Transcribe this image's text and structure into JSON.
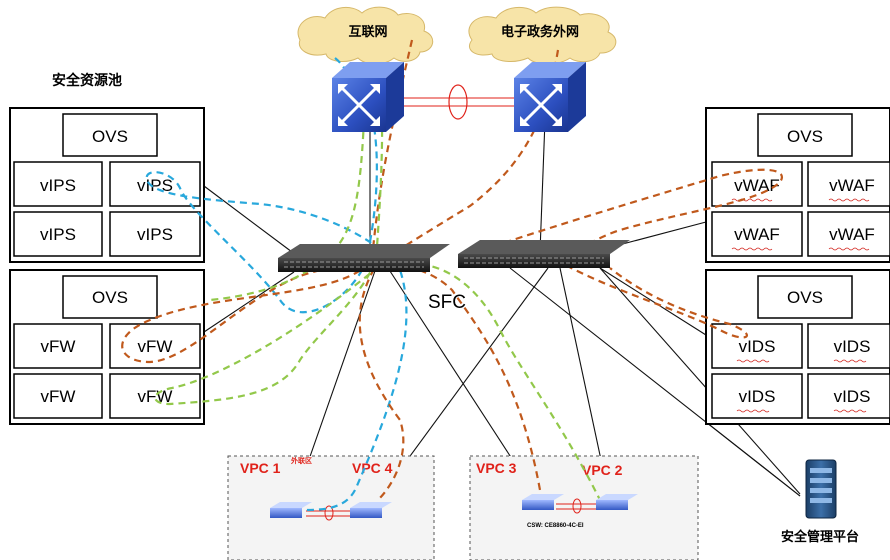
{
  "title": "安全资源池",
  "clouds": {
    "internet": "互联网",
    "egov": "电子政务外网"
  },
  "left_pool": {
    "group1": {
      "ovs": "OVS",
      "cells": [
        "vIPS",
        "vIPS",
        "vIPS",
        "vIPS"
      ]
    },
    "group2": {
      "ovs": "OVS",
      "cells": [
        "vFW",
        "vFW",
        "vFW",
        "vFW"
      ]
    }
  },
  "right_pool": {
    "group1": {
      "ovs": "OVS",
      "cells": [
        "vWAF",
        "vWAF",
        "vWAF",
        "vWAF"
      ]
    },
    "group2": {
      "ovs": "OVS",
      "cells": [
        "vIDS",
        "vIDS",
        "vIDS",
        "vIDS"
      ]
    }
  },
  "sfc_label": "SFC",
  "vpcs": {
    "vpc1": "VPC 1",
    "vpc4": "VPC 4",
    "vpc3": "VPC 3",
    "vpc2": "VPC 2",
    "zone_note": "外联区",
    "csw_label": "CSW: CE8860-4C-EI"
  },
  "management": "安全管理平台",
  "colors": {
    "orange_dash": "#c0591c",
    "blue_dash": "#28a8dc",
    "green_dash": "#92c84a",
    "red_link": "#e0221a",
    "router_blue": "#2f56c4",
    "cloud_fill": "#f7e4a8"
  }
}
